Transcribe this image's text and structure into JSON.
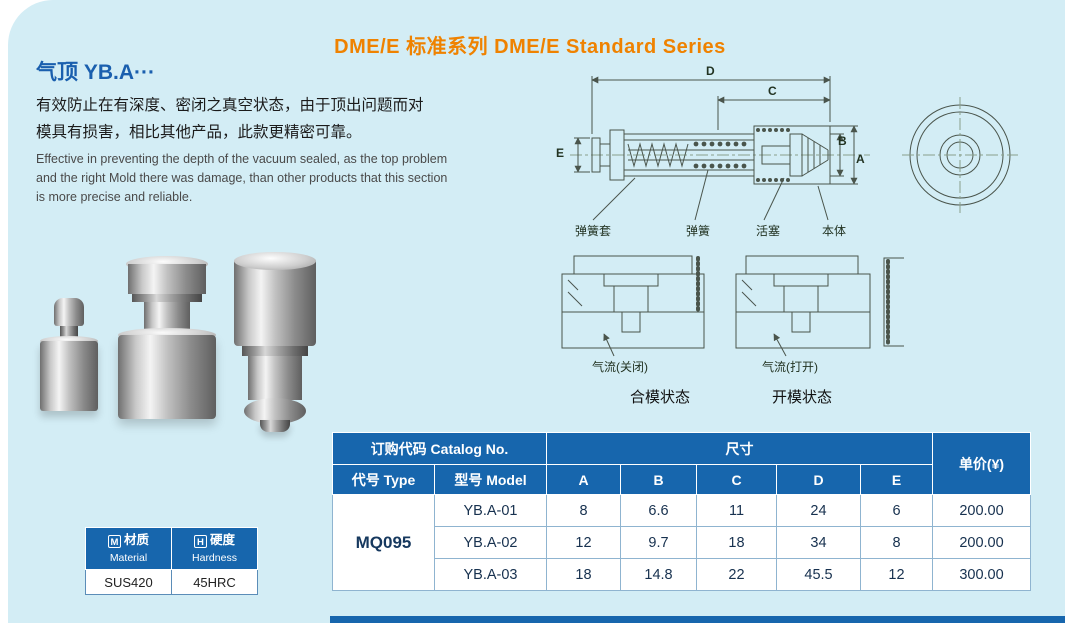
{
  "header": {
    "title": "DME/E 标准系列  DME/E Standard Series"
  },
  "intro": {
    "product_title": "气顶 YB.A···",
    "desc_cn_line1": "有效防止在有深度、密闭之真空状态，由于顶出问题而对",
    "desc_cn_line2": "模具有损害，相比其他产品，此款更精密可靠。",
    "desc_en_line1": "Effective in preventing the depth of the vacuum sealed, as the top problem",
    "desc_en_line2": "and the right Mold there was damage, than other products that this section",
    "desc_en_line3": "is more precise and reliable."
  },
  "diagram": {
    "dim_d": "D",
    "dim_c": "C",
    "dim_e": "E",
    "dim_b": "B",
    "dim_a": "A",
    "label_spring_sleeve": "弹簧套",
    "label_spring": "弹簧",
    "label_piston": "活塞",
    "label_body": "本体",
    "airflow_closed": "气流(关闭)",
    "airflow_open": "气流(打开)",
    "closed_state": "合模状态",
    "open_state": "开模状态"
  },
  "material_table": {
    "material_icon": "M",
    "material_cn": "材质",
    "material_en": "Material",
    "hardness_icon": "H",
    "hardness_cn": "硬度",
    "hardness_en": "Hardness",
    "material_value": "SUS420",
    "hardness_value": "45HRC"
  },
  "order_table": {
    "catalog_header": "订购代码 Catalog No.",
    "size_header": "尺寸",
    "price_header": "单价(¥)",
    "type_header": "代号 Type",
    "model_header": "型号 Model",
    "dim_headers": [
      "A",
      "B",
      "C",
      "D",
      "E"
    ],
    "type_value": "MQ095",
    "rows": [
      {
        "model": "YB.A-01",
        "a": "8",
        "b": "6.6",
        "c": "11",
        "d": "24",
        "e": "6",
        "price": "200.00"
      },
      {
        "model": "YB.A-02",
        "a": "12",
        "b": "9.7",
        "c": "18",
        "d": "34",
        "e": "8",
        "price": "200.00"
      },
      {
        "model": "YB.A-03",
        "a": "18",
        "b": "14.8",
        "c": "22",
        "d": "45.5",
        "e": "12",
        "price": "300.00"
      }
    ]
  },
  "colors": {
    "accent_orange": "#ef8200",
    "header_blue": "#1766ad",
    "page_bg": "#d3edf5"
  }
}
